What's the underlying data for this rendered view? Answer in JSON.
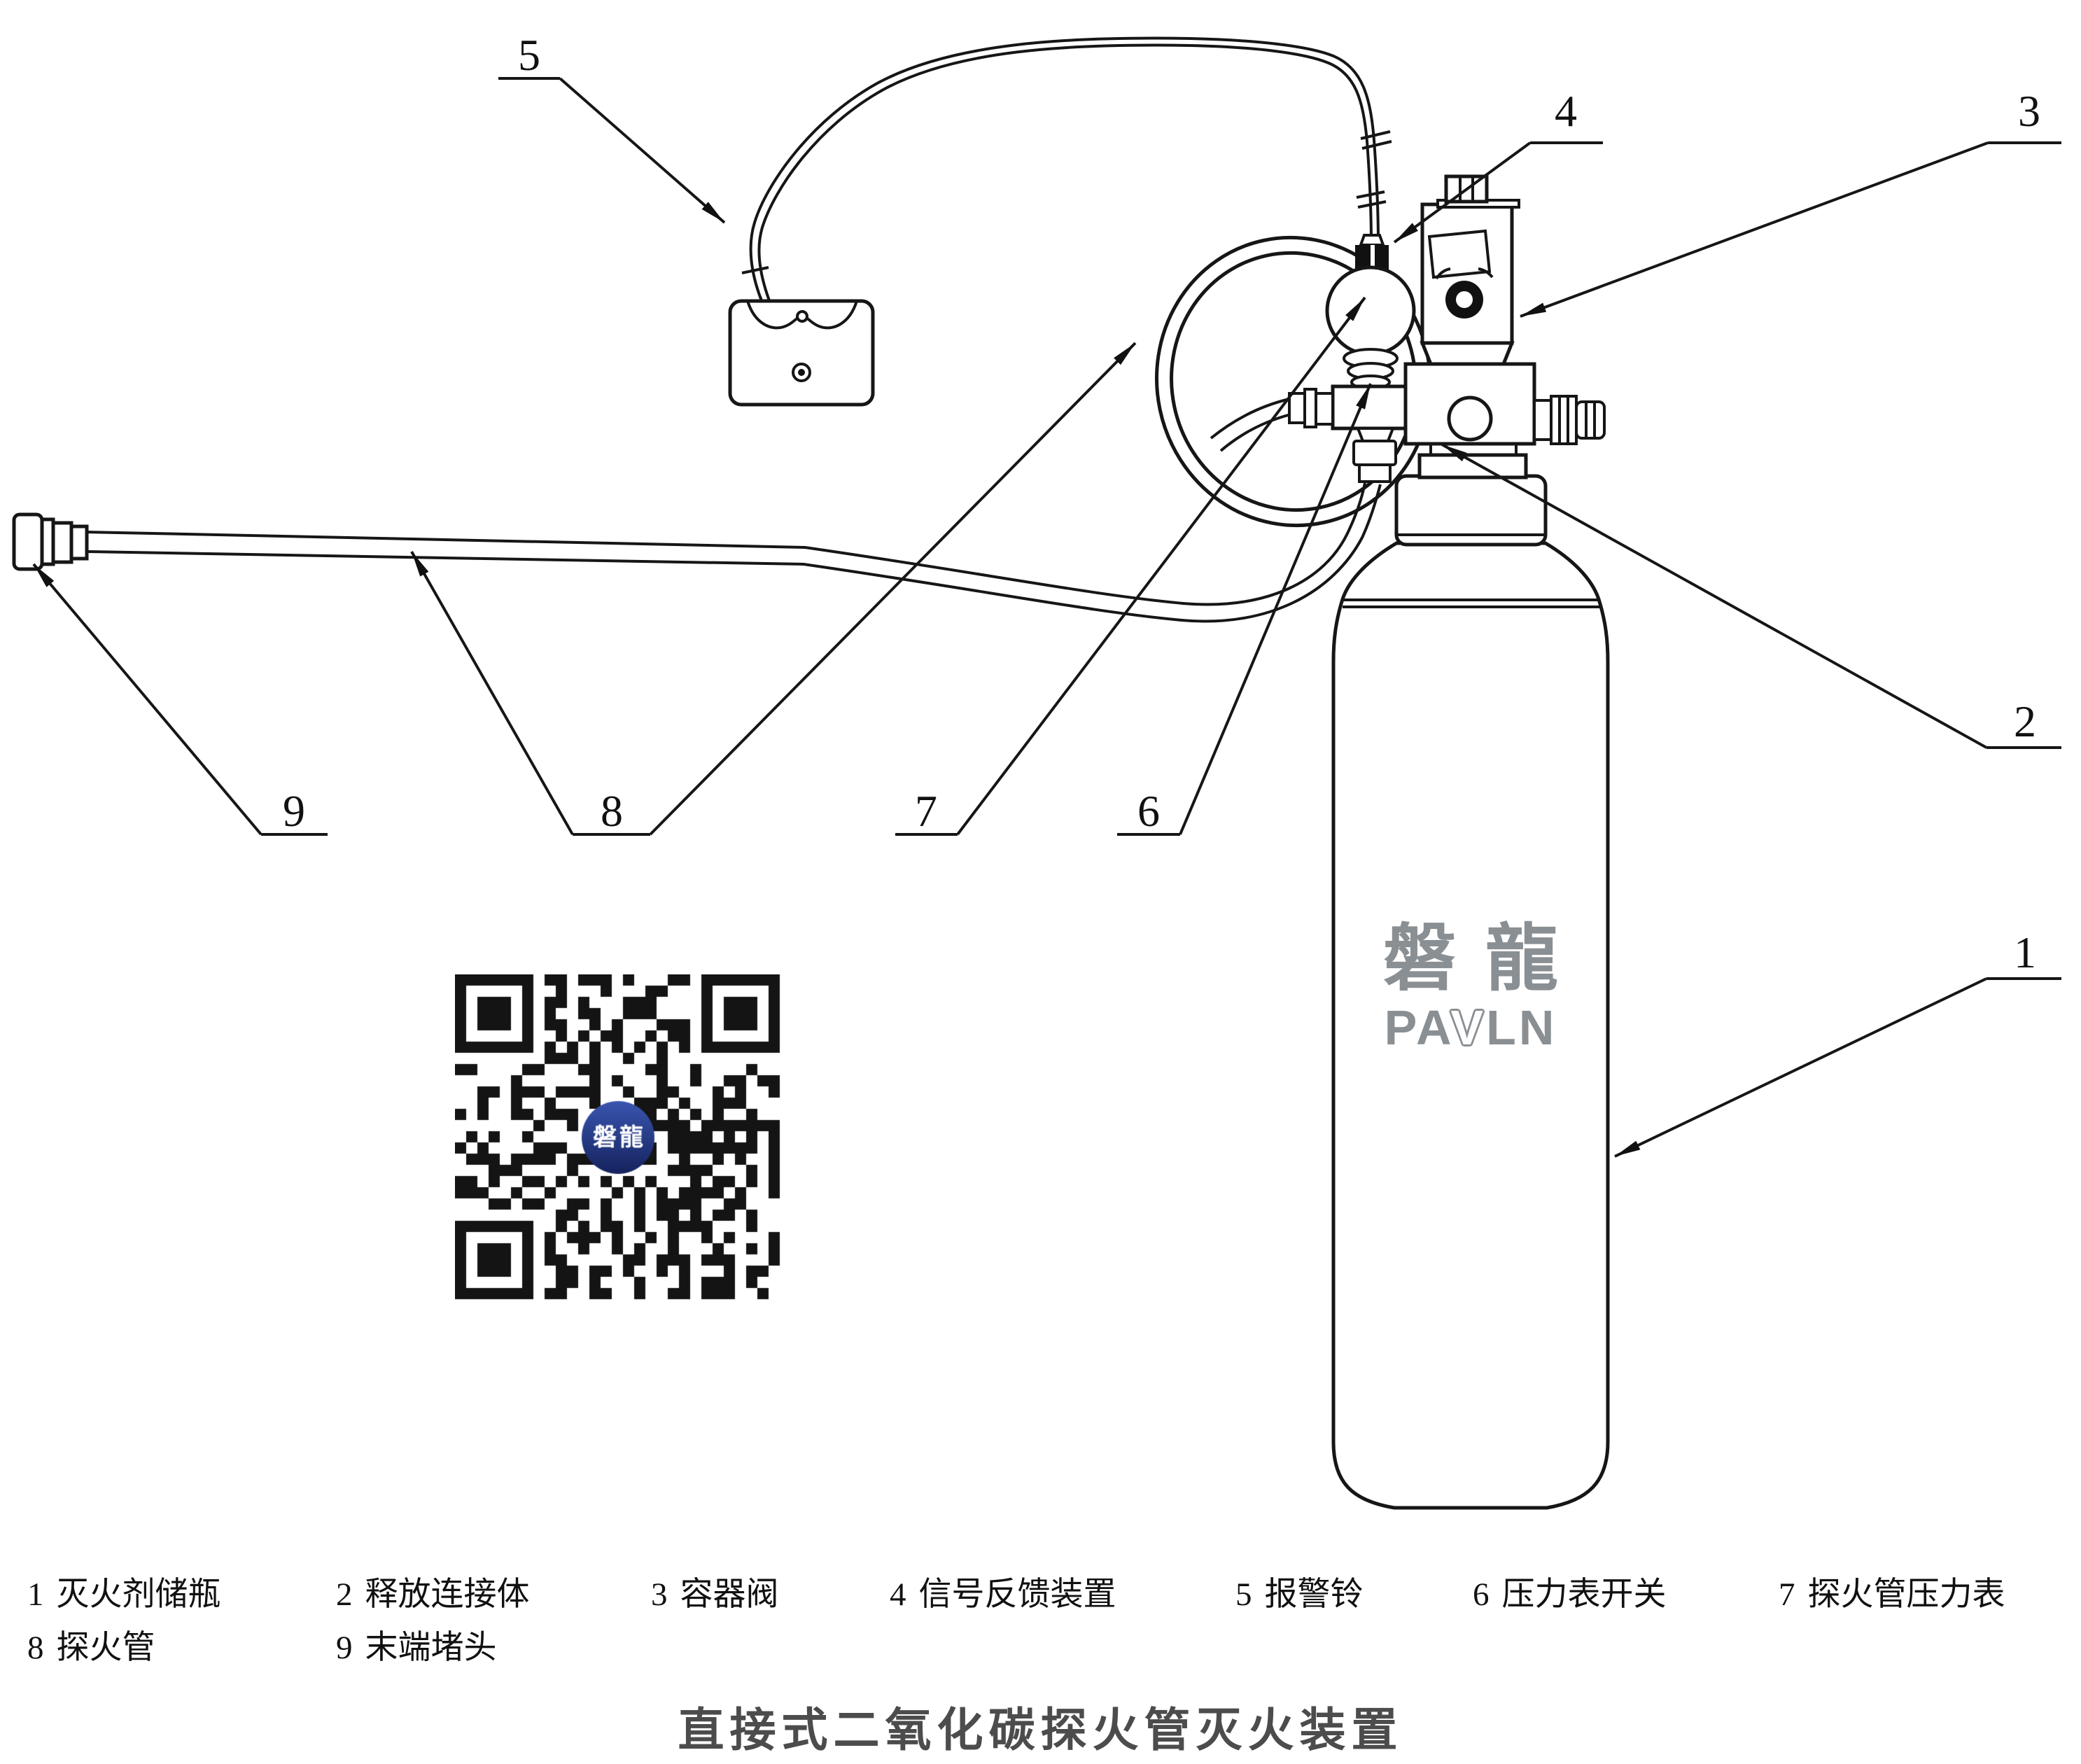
{
  "page": {
    "background": "#ffffff",
    "kind": "technical-diagram"
  },
  "title": {
    "text": "直接式二氧化碳探火管灭火装置",
    "color": "#4c4c4c"
  },
  "callouts": {
    "list": [
      "1",
      "2",
      "3",
      "4",
      "5",
      "6",
      "7",
      "8",
      "9"
    ]
  },
  "legend": {
    "items": [
      {
        "num": "1",
        "name": "灭火剂储瓶"
      },
      {
        "num": "2",
        "name": "释放连接体"
      },
      {
        "num": "3",
        "name": "容器阀"
      },
      {
        "num": "4",
        "name": "信号反馈装置"
      },
      {
        "num": "5",
        "name": "报警铃"
      },
      {
        "num": "6",
        "name": "压力表开关"
      },
      {
        "num": "7",
        "name": "探火管压力表"
      },
      {
        "num": "8",
        "name": "探火管"
      },
      {
        "num": "9",
        "name": "末端堵头"
      }
    ]
  },
  "cylinder_logo": {
    "cn": "磐龍",
    "en_pre": "PA",
    "en_v": "V",
    "en_post": "LN",
    "color": "#8a8f93"
  },
  "qr": {
    "badge_text": "磐龍",
    "badge_color_top": "#3a55b0",
    "badge_color_bottom": "#15235e",
    "module_color": "#141414",
    "background": "#ffffff"
  },
  "colors": {
    "line": "#161616",
    "callout_text": "#111111",
    "legend_text": "#111111"
  }
}
